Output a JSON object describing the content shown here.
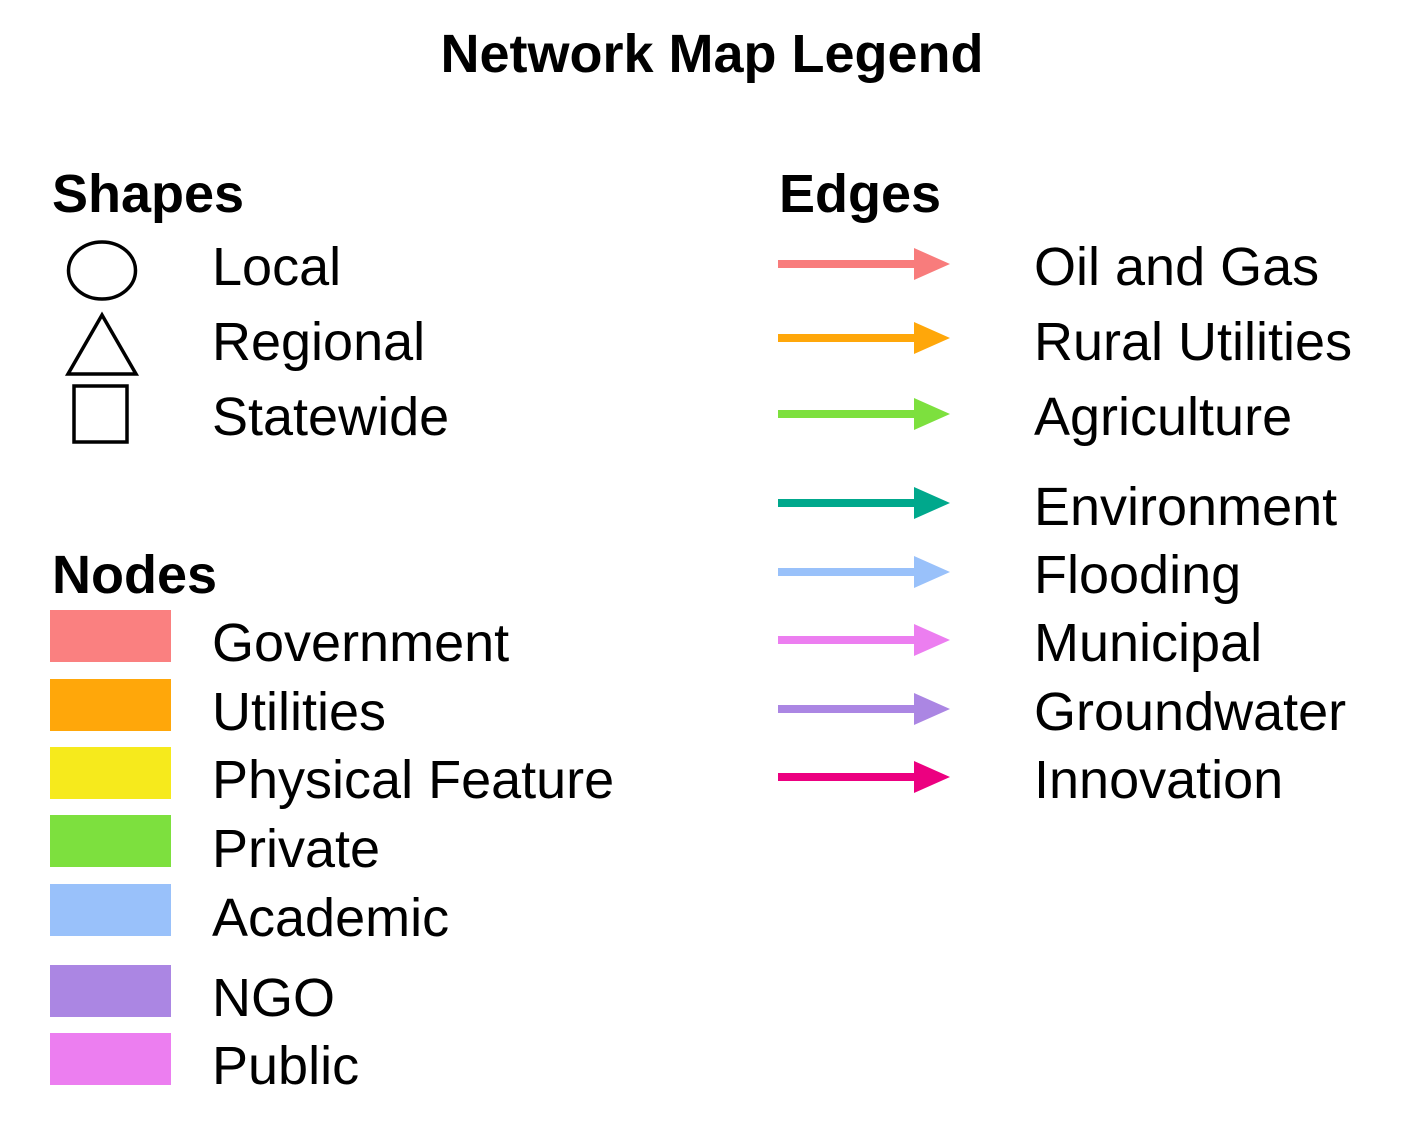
{
  "title": "Network Map Legend",
  "shapes": {
    "heading": "Shapes",
    "items": [
      {
        "label": "Local",
        "icon": "circle-icon"
      },
      {
        "label": "Regional",
        "icon": "triangle-icon"
      },
      {
        "label": "Statewide",
        "icon": "square-icon"
      }
    ]
  },
  "nodes": {
    "heading": "Nodes",
    "items": [
      {
        "label": "Government",
        "color": "#FA8080"
      },
      {
        "label": "Utilities",
        "color": "#FFA70A"
      },
      {
        "label": "Physical Feature",
        "color": "#F6EA1C"
      },
      {
        "label": "Private",
        "color": "#7DE03E"
      },
      {
        "label": "Academic",
        "color": "#99C1FA"
      },
      {
        "label": "NGO",
        "color": "#AB86E3"
      },
      {
        "label": "Public",
        "color": "#EC7EF0"
      }
    ]
  },
  "edges": {
    "heading": "Edges",
    "items": [
      {
        "label": "Oil and Gas",
        "color": "#F87C7C"
      },
      {
        "label": "Rural Utilities",
        "color": "#FFA70A"
      },
      {
        "label": "Agriculture",
        "color": "#7DE03E"
      },
      {
        "label": "Environment",
        "color": "#00A88C"
      },
      {
        "label": "Flooding",
        "color": "#99C1FA"
      },
      {
        "label": "Municipal",
        "color": "#EC7EF0"
      },
      {
        "label": "Groundwater",
        "color": "#AB86E3"
      },
      {
        "label": "Innovation",
        "color": "#EC0080"
      }
    ]
  }
}
